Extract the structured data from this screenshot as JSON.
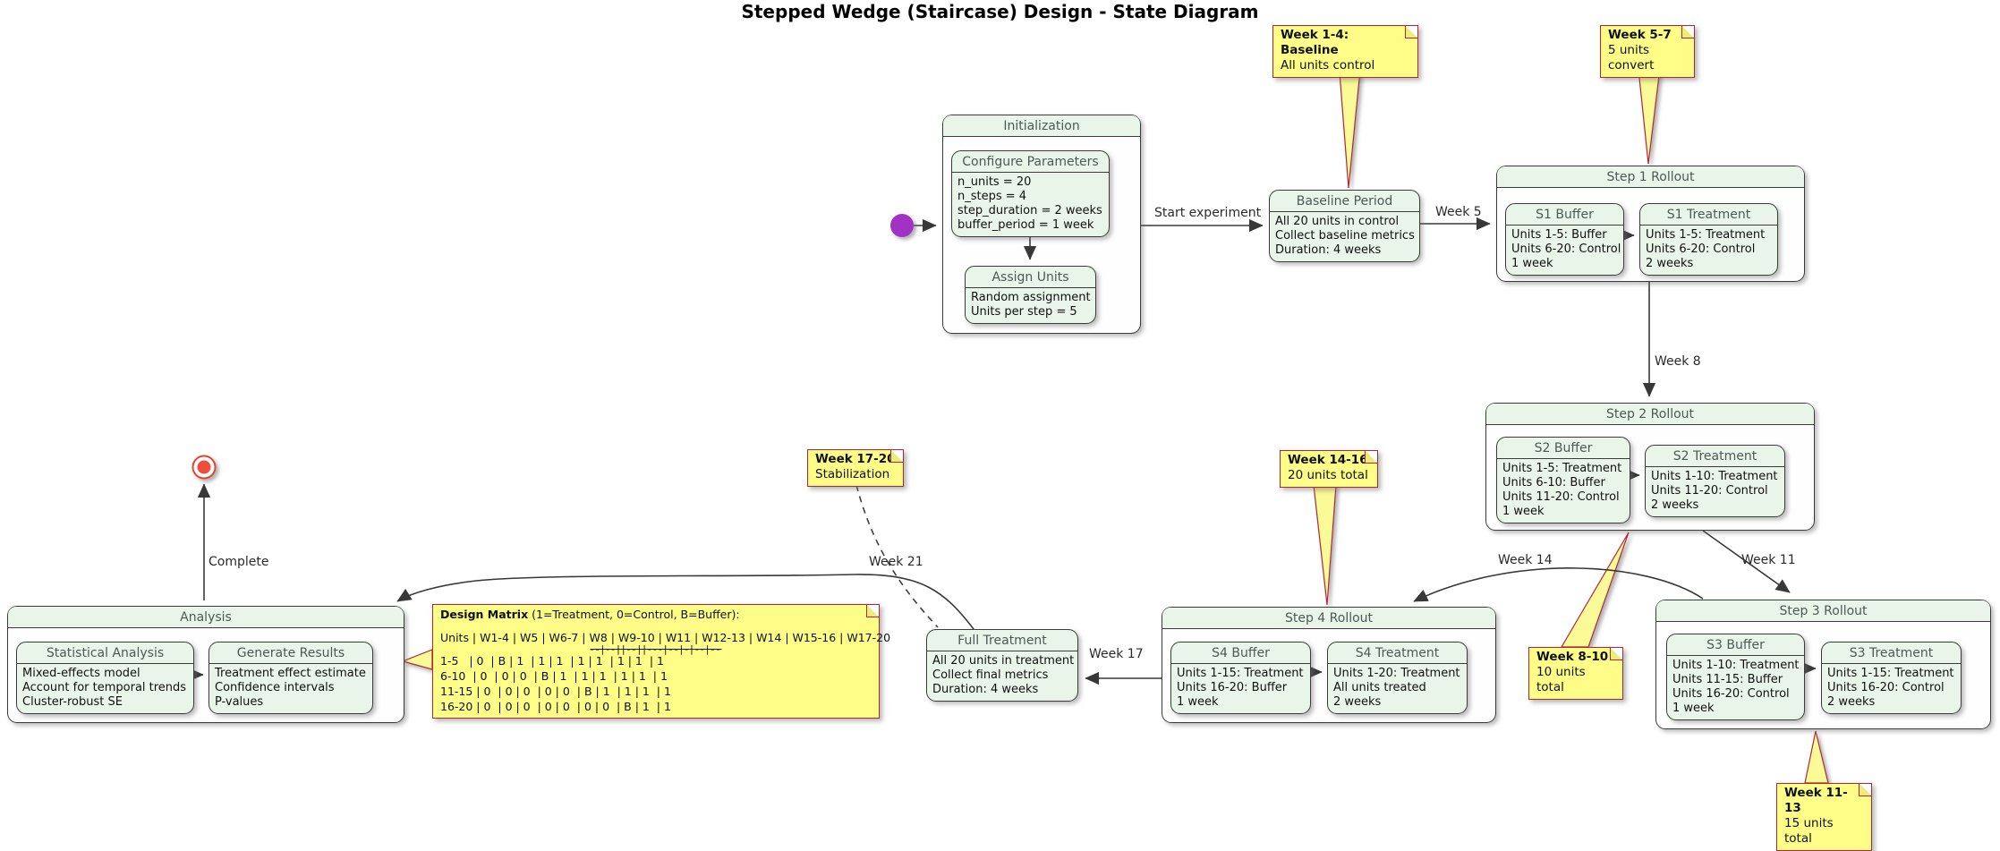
{
  "title": "Stepped Wedge (Staircase) Design - State Diagram",
  "colors": {
    "state_fill": "#e9f5e9",
    "composite_body": "#fdfefd",
    "state_border": "#3b3b3b",
    "note_fill": "#fdfd87",
    "note_border": "#b0273a",
    "edge": "#383838",
    "initial_state": "#a233c6",
    "final_state": "#ef4e3e"
  },
  "states": {
    "initialization": {
      "title": "Initialization"
    },
    "configure_parameters": {
      "title": "Configure Parameters",
      "lines": [
        "n_units = 20",
        "n_steps = 4",
        "step_duration = 2 weeks",
        "buffer_period = 1 week"
      ]
    },
    "assign_units": {
      "title": "Assign Units",
      "lines": [
        "Random assignment",
        "Units per step = 5"
      ]
    },
    "baseline_period": {
      "title": "Baseline Period",
      "lines": [
        "All 20 units in control",
        "Collect baseline metrics",
        "Duration: 4 weeks"
      ]
    },
    "step1": {
      "title": "Step 1 Rollout"
    },
    "s1_buffer": {
      "title": "S1 Buffer",
      "lines": [
        "Units 1-5: Buffer",
        "Units 6-20: Control",
        "1 week"
      ]
    },
    "s1_treatment": {
      "title": "S1 Treatment",
      "lines": [
        "Units 1-5: Treatment",
        "Units 6-20: Control",
        "2 weeks"
      ]
    },
    "step2": {
      "title": "Step 2 Rollout"
    },
    "s2_buffer": {
      "title": "S2 Buffer",
      "lines": [
        "Units 1-5: Treatment",
        "Units 6-10: Buffer",
        "Units 11-20: Control",
        "1 week"
      ]
    },
    "s2_treatment": {
      "title": "S2 Treatment",
      "lines": [
        "Units 1-10: Treatment",
        "Units 11-20: Control",
        "2 weeks"
      ]
    },
    "step3": {
      "title": "Step 3 Rollout"
    },
    "s3_buffer": {
      "title": "S3 Buffer",
      "lines": [
        "Units 1-10: Treatment",
        "Units 11-15: Buffer",
        "Units 16-20: Control",
        "1 week"
      ]
    },
    "s3_treatment": {
      "title": "S3 Treatment",
      "lines": [
        "Units 1-15: Treatment",
        "Units 16-20: Control",
        "2 weeks"
      ]
    },
    "step4": {
      "title": "Step 4 Rollout"
    },
    "s4_buffer": {
      "title": "S4 Buffer",
      "lines": [
        "Units 1-15: Treatment",
        "Units 16-20: Buffer",
        "1 week"
      ]
    },
    "s4_treatment": {
      "title": "S4 Treatment",
      "lines": [
        "Units 1-20: Treatment",
        "All units treated",
        "2 weeks"
      ]
    },
    "full_treatment": {
      "title": "Full Treatment",
      "lines": [
        "All 20 units in treatment",
        "Collect final metrics",
        "Duration: 4 weeks"
      ]
    },
    "analysis": {
      "title": "Analysis"
    },
    "statistical_analysis": {
      "title": "Statistical Analysis",
      "lines": [
        "Mixed-effects model",
        "Account for temporal trends",
        "Cluster-robust SE"
      ]
    },
    "generate_results": {
      "title": "Generate Results",
      "lines": [
        "Treatment effect estimate",
        "Confidence intervals",
        "P-values"
      ]
    }
  },
  "notes": {
    "week1_4": {
      "title": "Week 1-4: Baseline",
      "body": "All units control"
    },
    "week5_7": {
      "title": "Week 5-7",
      "body": "5 units convert"
    },
    "week8_10": {
      "title": "Week 8-10",
      "body": "10 units total"
    },
    "week11_13": {
      "title": "Week 11-13",
      "body": "15 units total"
    },
    "week14_16": {
      "title": "Week 14-16",
      "body": "20 units total"
    },
    "week17_20": {
      "title": "Week 17-20",
      "body": "Stabilization"
    },
    "design_matrix": {
      "title_bold": "Design Matrix",
      "title_rest": " (1=Treatment, 0=Control, B=Buffer):",
      "header": "Units | W1-4 | W5 | W6-7 | W8 | W9-10 | W11 | W12-13 | W14 | W15-16 | W17-20",
      "separator": "--|--||--||---|--|-|--|--",
      "rows": [
        "1-5   | 0  | B | 1  | 1 | 1  | 1 | 1  | 1 | 1  | 1",
        "6-10  | 0  | 0 | 0  | B | 1  | 1 | 1  | 1 | 1  | 1",
        "11-15 | 0  | 0 | 0  | 0 | 0  | B | 1  | 1 | 1  | 1",
        "16-20 | 0  | 0 | 0  | 0 | 0  | 0 | 0  | B | 1  | 1"
      ]
    }
  },
  "edges": {
    "start_experiment": "Start experiment",
    "week5": "Week 5",
    "week8": "Week 8",
    "week11": "Week 11",
    "week14": "Week 14",
    "week17": "Week 17",
    "week21": "Week 21",
    "complete": "Complete"
  }
}
